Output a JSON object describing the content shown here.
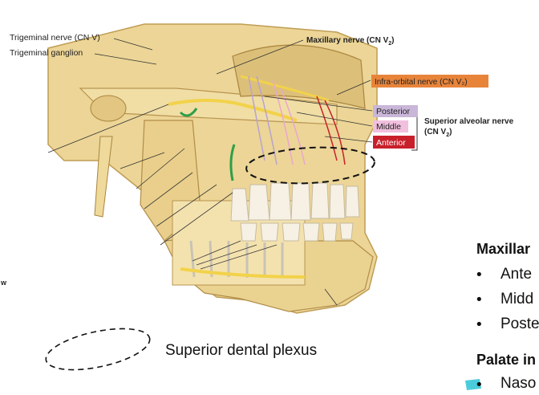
{
  "labels": {
    "trigeminal_nerve": "Trigeminal nerve (CN V)",
    "trigeminal_ganglion": "Trigeminal ganglion",
    "maxillary_nerve_prefix": "Maxillary nerve (CN V",
    "maxillary_nerve_sub": "2",
    "maxillary_nerve_suffix": ")",
    "infraorbital": "Infra-orbital nerve (CN V₂)",
    "posterior": "Posterior",
    "middle": "Middle",
    "anterior": "Anterior",
    "superior_alveolar_line1": "Superior alveolar nerve",
    "superior_alveolar_line2_prefix": "(CN V",
    "superior_alveolar_line2_sub": "2",
    "superior_alveolar_line2_suffix": ")",
    "cropped_left": "w"
  },
  "legend": {
    "superior_dental_plexus": "Superior dental plexus"
  },
  "side_panel": {
    "heading1": "Maxillar",
    "items": [
      "Ante",
      "Midd",
      "Poste"
    ],
    "heading2": "Palate in",
    "item_last": "Naso"
  },
  "colors": {
    "bone": "#ecd596",
    "bone_shadow": "#cfae63",
    "tooth": "#f6f1e4",
    "nerve_yellow": "#f2d24a",
    "infraorbital_box": "#e8843a",
    "posterior_box": "#c9b6d8",
    "middle_box": "#f1c0de",
    "anterior_box": "#c8202b",
    "highlight_teal": "#2bc3d6"
  }
}
